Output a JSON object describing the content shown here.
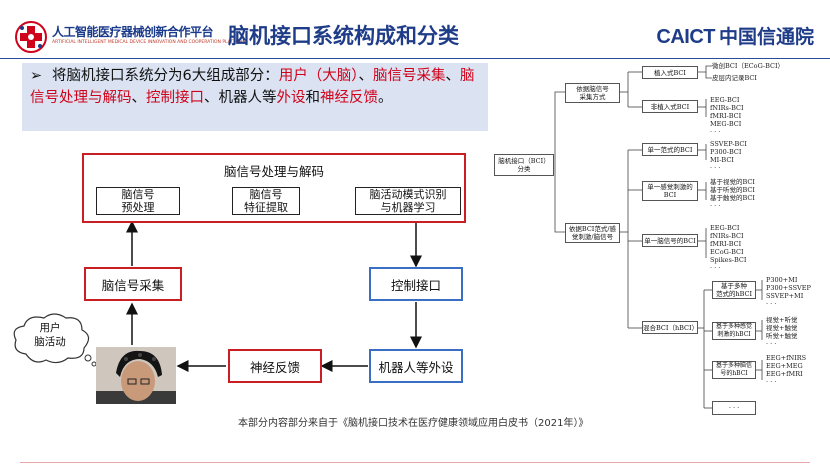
{
  "header": {
    "org_name_cn": "人工智能医疗器械创新合作平台",
    "org_name_en": "ARTIFICIAL INTELLIGENT MEDICAL DEVICE INNOVATION AND COOPERATION PLATFORM",
    "title": "脑机接口系统构成和分类",
    "caict_en": "CAICT",
    "caict_cn": "中国信通院"
  },
  "summary": {
    "part1": "将脑机接口系统分为6大组成部分：",
    "user": "用户（大脑）",
    "sep1": "、",
    "collect": "脑信号采集",
    "sep2": "、",
    "process": "脑信号处理与解码",
    "sep3": "、",
    "control": "控制接口",
    "sep4": "、机器人等",
    "periph": "外设",
    "and": "和",
    "feedback": "神经反馈",
    "end": "。"
  },
  "flow": {
    "processing_group": "脑信号处理与解码",
    "preprocess": "脑信号\n预处理",
    "feature": "脑信号\n特征提取",
    "pattern": "脑活动模式识别\n与机器学习",
    "acquisition": "脑信号采集",
    "control_interface": "控制接口",
    "feedback": "神经反馈",
    "robot": "机器人等外设",
    "user_bubble": "用户\n脑活动"
  },
  "tree": {
    "root": "脑机接口（BCI）\n分类",
    "by_acquisition": "依据脑信号\n采集方式",
    "by_paradigm": "依据BCI范式/感\n觉刺激/脑信号",
    "invasive": "植入式BCI",
    "invasive_items": [
      "微创BCI（ECoG-BCI）",
      "皮层内记录BCI"
    ],
    "noninvasive": "非植入式BCI",
    "noninvasive_items": [
      "EEG-BCI",
      "fNIRs-BCI",
      "fMRI-BCI",
      "MEG-BCI",
      "· · ·"
    ],
    "single_paradigm": "单一范式的BCI",
    "single_paradigm_items": [
      "SSVEP-BCI",
      "P300-BCI",
      "MI-BCI",
      "· · ·"
    ],
    "single_stimulus": "单一感觉刺激的\nBCI",
    "single_stimulus_items": [
      "基于视觉的BCI",
      "基于听觉的BCI",
      "基于触觉的BCI",
      "· · ·"
    ],
    "single_signal": "单一脑信号的BCI",
    "single_signal_items": [
      "EEG-BCI",
      "fNIRs-BCI",
      "fMRI-BCI",
      "ECoG-BCI",
      "Spikes-BCI",
      "· · ·"
    ],
    "hybrid": "混合BCI（hBCI）",
    "hybrid_multi_paradigm": "基于多种\n范式的hBCI",
    "hybrid_multi_paradigm_items": [
      "P300+MI",
      "P300+SSVEP",
      "SSVEP+MI",
      "· · ·"
    ],
    "hybrid_multi_stimulus": "基于多种感觉\n刺激的hBCI",
    "hybrid_multi_stimulus_items": [
      "视觉+听觉",
      "视觉+触觉",
      "听觉+触觉",
      "· · ·"
    ],
    "hybrid_multi_signal": "基于多种脑信\n号的hBCI",
    "hybrid_multi_signal_items": [
      "EEG+fNIRS",
      "EEG+MEG",
      "EEG+fMRI",
      "· · ·"
    ],
    "hybrid_more": "· · ·"
  },
  "footnote": "本部分内容部分来自于《脑机接口技术在医疗健康领域应用白皮书（2021年）》"
}
